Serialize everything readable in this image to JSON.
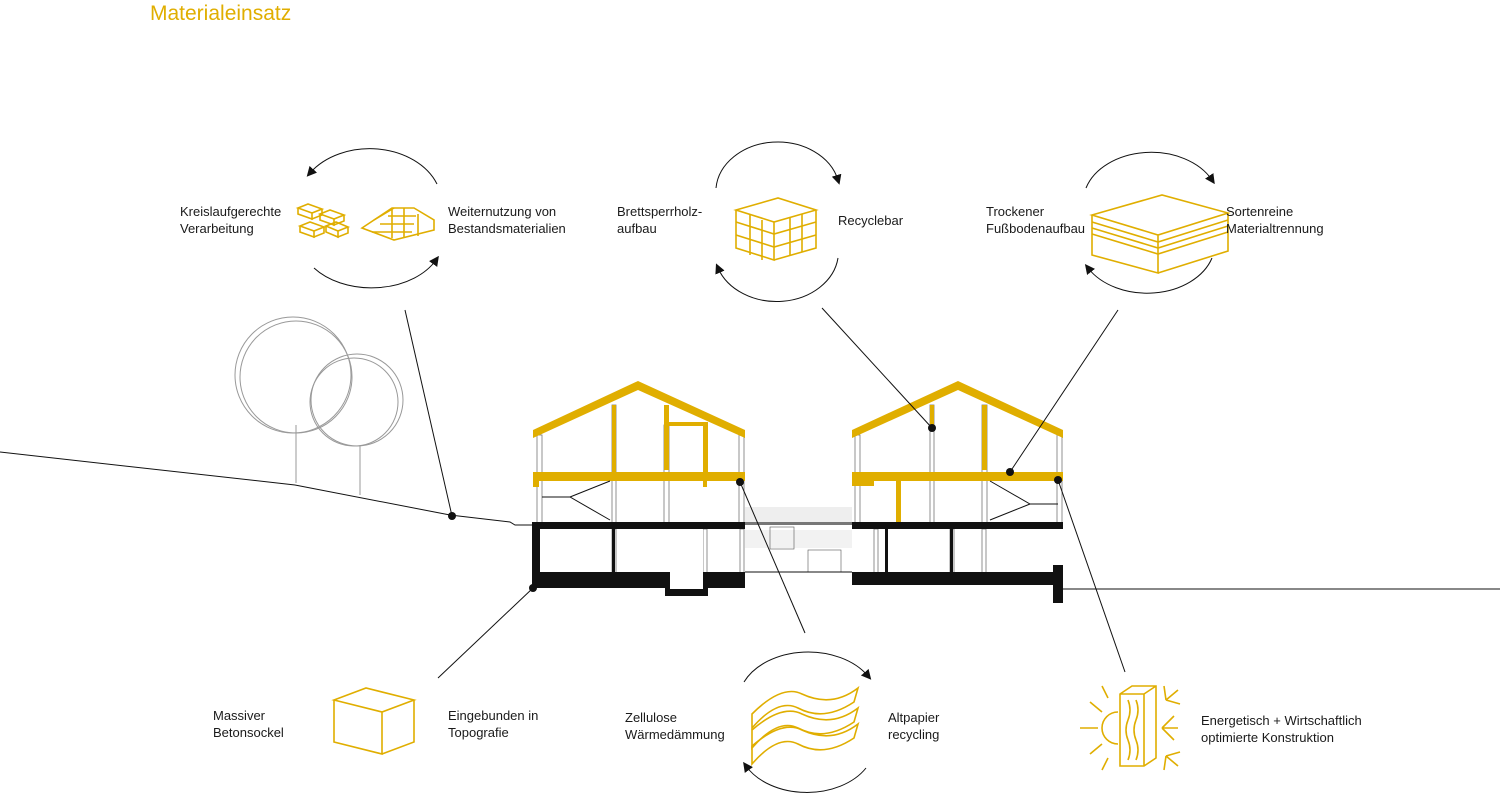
{
  "title": "Materialeinsatz",
  "colors": {
    "accent": "#e0ae00",
    "structure": "#111111"
  },
  "labels": {
    "kreislauf": [
      "Kreislaufgerechte",
      "Verarbeitung"
    ],
    "weiternutzung": [
      "Weiternutzung von",
      "Bestandsmaterialien"
    ],
    "brettsperrholz": [
      "Brettsperrholz-",
      "aufbau"
    ],
    "recyclebar": [
      "Recyclebar"
    ],
    "trockener": [
      "Trockener",
      "Fußbodenaufbau"
    ],
    "sortenreine": [
      "Sortenreine",
      "Materialtrennung"
    ],
    "massiver": [
      "Massiver",
      "Betonsockel"
    ],
    "eingebunden": [
      "Eingebunden in",
      "Topografie"
    ],
    "zellulose": [
      "Zellulose",
      "Wärmedämmung"
    ],
    "altpapier": [
      "Altpapier",
      "recycling"
    ],
    "energetisch": [
      "Energetisch + Wirtschaftlich",
      "optimierte Konstruktion"
    ]
  },
  "icons": [
    "bricks-icon",
    "brick-wall-icon",
    "clt-block-icon",
    "floor-layers-icon",
    "concrete-cube-icon",
    "cellulose-layers-icon",
    "insulated-wall-sun-icon",
    "cycle-arrows-icon"
  ]
}
